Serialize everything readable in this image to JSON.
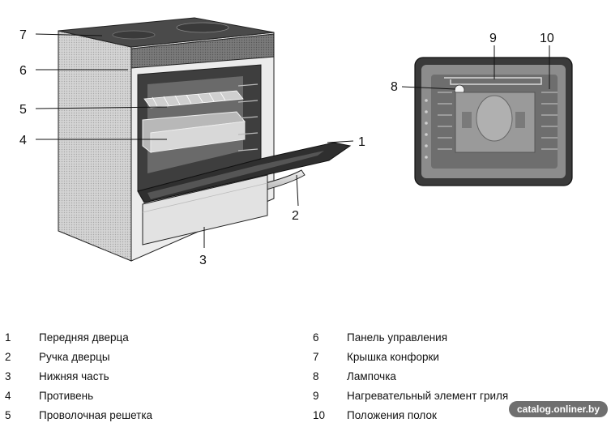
{
  "callouts": {
    "c1": "1",
    "c2": "2",
    "c3": "3",
    "c4": "4",
    "c5": "5",
    "c6": "6",
    "c7": "7",
    "c8": "8",
    "c9": "9",
    "c10": "10"
  },
  "legend": [
    {
      "num": "1",
      "text": "Передняя дверца"
    },
    {
      "num": "2",
      "text": "Ручка дверцы"
    },
    {
      "num": "3",
      "text": "Нижняя часть"
    },
    {
      "num": "4",
      "text": "Противень"
    },
    {
      "num": "5",
      "text": "Проволочная решетка"
    },
    {
      "num": "6",
      "text": "Панель управления"
    },
    {
      "num": "7",
      "text": "Крышка конфорки"
    },
    {
      "num": "8",
      "text": "Лампочка"
    },
    {
      "num": "9",
      "text": "Нагревательный элемент гриля"
    },
    {
      "num": "10",
      "text": "Положения полок"
    }
  ],
  "watermark": "catalog.onliner.by",
  "colors": {
    "line": "#111111",
    "body_light": "#e6e6e6",
    "body_mid": "#bdbdbd",
    "dark": "#3c3c3c",
    "cavity": "#5a5a5a"
  }
}
